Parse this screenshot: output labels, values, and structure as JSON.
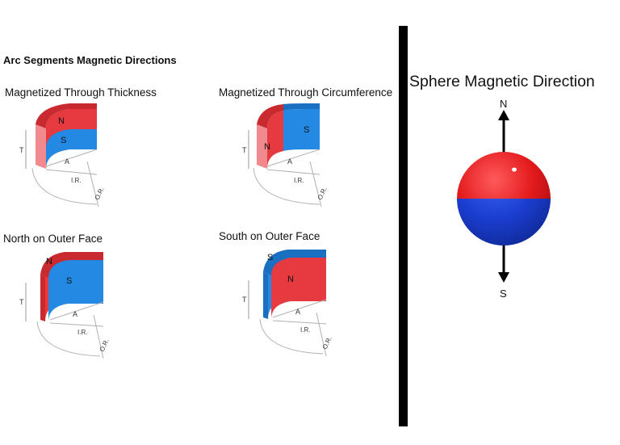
{
  "title": "Arc Segments Magnetic Directions",
  "colors": {
    "north_red": "#e53a3f",
    "south_blue": "#2389e2",
    "sphere_red": "#e31a1c",
    "sphere_blue": "#1b3ed1",
    "divider": "#000000"
  },
  "diagrams": [
    {
      "caption": "Magnetized Through Thickness",
      "pole_top": "N",
      "pole_bottom": "S",
      "dims": {
        "t": "T",
        "a": "A",
        "ir": "I.R.",
        "or": "O.R."
      }
    },
    {
      "caption": "Magnetized Through Circumference",
      "pole_left": "N",
      "pole_right": "S",
      "dims": {
        "t": "T",
        "a": "A",
        "ir": "I.R.",
        "or": "O.R."
      }
    },
    {
      "caption": "North on Outer Face",
      "pole_outer": "N",
      "pole_inner": "S",
      "dims": {
        "t": "T",
        "a": "A",
        "ir": "I.R.",
        "or": "O.R."
      }
    },
    {
      "caption": "South on Outer Face",
      "pole_outer": "S",
      "pole_inner": "N",
      "dims": {
        "t": "T",
        "a": "A",
        "ir": "I.R.",
        "or": "O.R."
      }
    }
  ],
  "sphere": {
    "title": "Sphere Magnetic Direction",
    "north_label": "N",
    "south_label": "S"
  }
}
